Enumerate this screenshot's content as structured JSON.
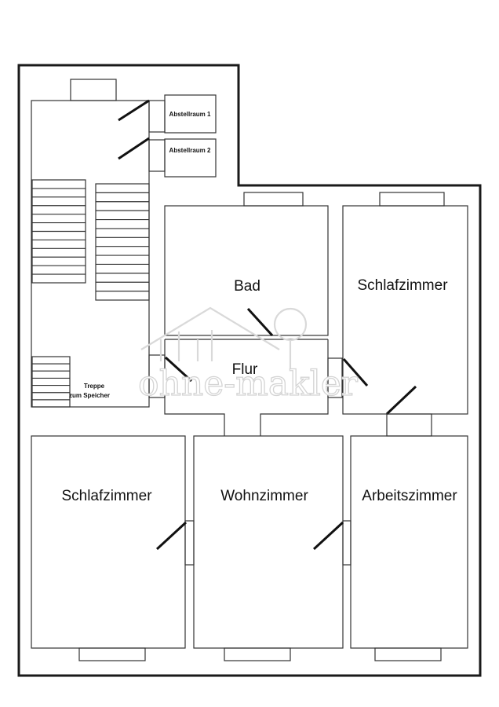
{
  "rooms": {
    "abstellraum_1": "Abstellraum 1",
    "abstellraum_2": "Abstellraum 2",
    "bad": "Bad",
    "schlafzimmer_top": "Schlafzimmer",
    "flur": "Flur",
    "treppe_line1": "Treppe",
    "treppe_line2": "zum Speicher",
    "schlafzimmer_bottom": "Schlafzimmer",
    "wohnzimmer": "Wohnzimmer",
    "arbeitszimmer": "Arbeitszimmer"
  },
  "watermark": {
    "text": "ohne-makler"
  },
  "colors": {
    "walls": "#1a1a1a",
    "watermark": "#d4d4d4",
    "background": "#ffffff"
  }
}
